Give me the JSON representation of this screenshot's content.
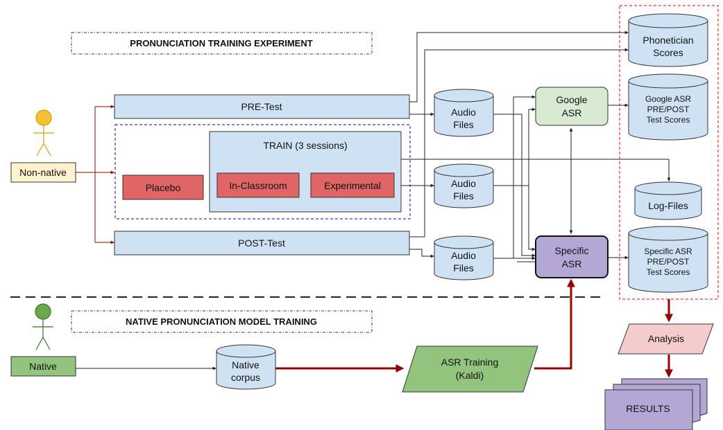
{
  "headers": {
    "experiment": "PRONUNCIATION TRAINING EXPERIMENT",
    "native": "NATIVE PRONUNCIATION MODEL TRAINING"
  },
  "actors": {
    "non_native": "Non-native",
    "native": "Native"
  },
  "process_boxes": {
    "pre_test": "PRE-Test",
    "post_test": "POST-Test",
    "train": "TRAIN (3 sessions)",
    "placebo": "Placebo",
    "in_classroom": "In-Classroom",
    "experimental": "Experimental"
  },
  "databases": {
    "audio_files_1": [
      "Audio",
      "Files"
    ],
    "audio_files_2": [
      "Audio",
      "Files"
    ],
    "audio_files_3": [
      "Audio",
      "Files"
    ],
    "phonetician_scores": [
      "Phonetician",
      "Scores"
    ],
    "google_asr_scores": [
      "Google ASR",
      "PRE/POST",
      "Test Scores"
    ],
    "log_files": [
      "Log-Files"
    ],
    "specific_asr_scores": [
      "Specific ASR",
      "PRE/POST",
      "Test Scores"
    ],
    "native_corpus": [
      "Native",
      "corpus"
    ]
  },
  "engines": {
    "google_asr": [
      "Google",
      "ASR"
    ],
    "specific_asr": [
      "Specific",
      "ASR"
    ]
  },
  "training": {
    "asr_training": [
      "ASR Training",
      "(Kaldi)"
    ]
  },
  "outputs": {
    "analysis": "Analysis",
    "results": "RESULTS"
  },
  "colors": {
    "process_blue": "#cfe2f3",
    "process_red": "#e06666",
    "actor_yellow": "#fff2cc",
    "actor_green": "#93c47d",
    "google_green": "#d9ead3",
    "specific_purple": "#b4a7d6",
    "analysis_pink": "#f4cccc",
    "arrow_red": "#990000",
    "dashed_red": "#ff0000",
    "dashed_blue": "#0000cc"
  }
}
